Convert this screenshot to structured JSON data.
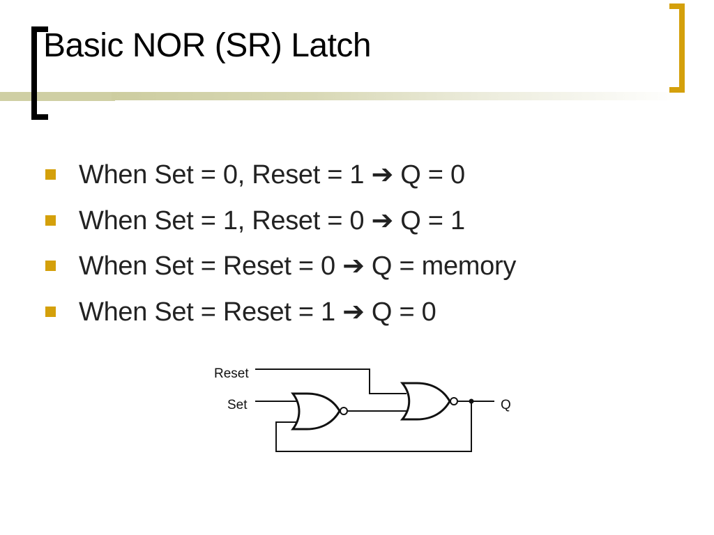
{
  "slide": {
    "title": "Basic NOR (SR) Latch",
    "accent_color": "#d4a00b",
    "bullets": [
      {
        "text": "When Set = 0, Reset = 1 ➔ Q = 0"
      },
      {
        "text": "When Set = 1, Reset = 0 ➔ Q = 1"
      },
      {
        "text": "When Set = Reset = 0 ➔ Q = memory"
      },
      {
        "text": "When Set = Reset = 1 ➔ Q = 0"
      }
    ],
    "circuit": {
      "labels": {
        "reset": "Reset",
        "set": "Set",
        "q": "Q"
      },
      "gates": [
        "NOR",
        "NOR"
      ]
    }
  }
}
